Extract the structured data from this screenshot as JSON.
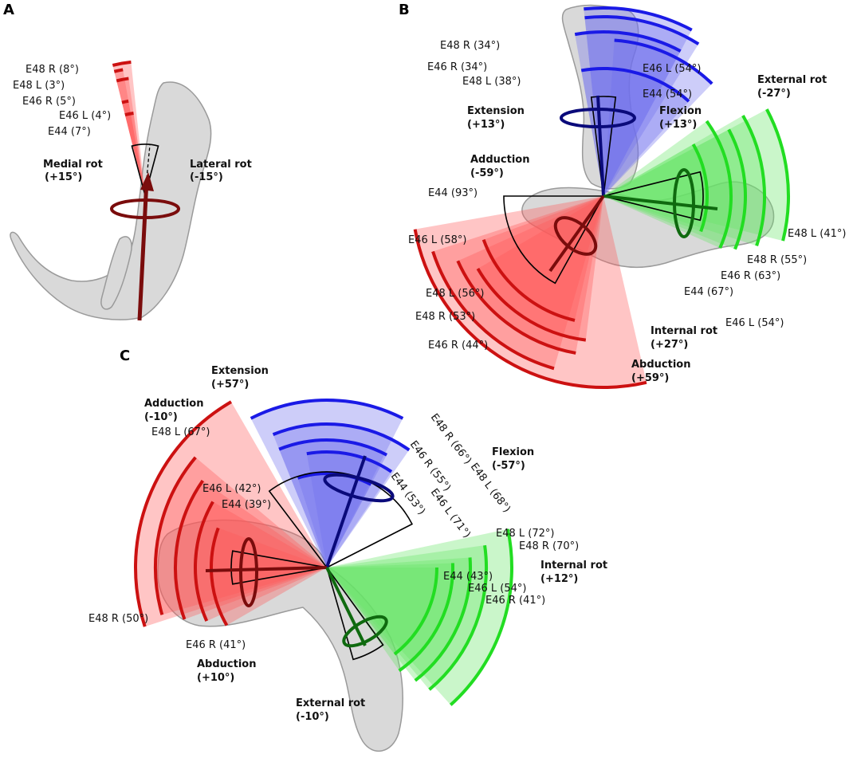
{
  "colors": {
    "red": "#cc1111",
    "red_fill": "#ff5a5a",
    "blue": "#1a1ae6",
    "blue_fill": "#6f6fee",
    "green": "#22dd22",
    "green_fill": "#66e666",
    "bone": "#d9d9d9",
    "bone_dark": "#9a9a9a",
    "outline": "#000000",
    "dark_red_axis": "#7a0c0c",
    "dark_blue_axis": "#0a0a7a",
    "dark_green_axis": "#0f6a0f"
  },
  "panels": {
    "A": {
      "label": "A",
      "moves": [
        {
          "line1": "Medial rot",
          "line2": "(+15°)"
        },
        {
          "line1": "Lateral rot",
          "line2": "(-15°)"
        }
      ],
      "specimens": [
        "E48 R (8°)",
        "E48 L (3°)",
        "E46 R (5°)",
        "E46 L (4°)",
        "E44 (7°)"
      ]
    },
    "B": {
      "label": "B",
      "moves": [
        {
          "line1": "Extension",
          "line2": "(+13°)"
        },
        {
          "line1": "Flexion",
          "line2": "(+13°)"
        },
        {
          "line1": "External rot",
          "line2": "(-27°)"
        },
        {
          "line1": "Adduction",
          "line2": "(-59°)"
        },
        {
          "line1": "Internal rot",
          "line2": "(+27°)"
        },
        {
          "line1": "Abduction",
          "line2": "(+59°)"
        }
      ],
      "specimens_blue": [
        "E48 R (34°)",
        "E46 R (34°)",
        "E48 L (38°)",
        "E46 L (54°)",
        "E44 (54°)"
      ],
      "specimens_green": [
        "E48 L (41°)",
        "E48 R (55°)",
        "E46 R (63°)",
        "E44 (67°)",
        "E46 L (54°)"
      ],
      "specimens_red": [
        "E44 (93°)",
        "E46 L (58°)",
        "E48 L (56°)",
        "E48 R (53°)",
        "E46 R (44°)"
      ]
    },
    "C": {
      "label": "C",
      "moves": [
        {
          "line1": "Extension",
          "line2": "(+57°)"
        },
        {
          "line1": "Adduction",
          "line2": "(-10°)"
        },
        {
          "line1": "Flexion",
          "line2": "(-57°)"
        },
        {
          "line1": "Internal rot",
          "line2": "(+12°)"
        },
        {
          "line1": "Abduction",
          "line2": "(+10°)"
        },
        {
          "line1": "External rot",
          "line2": "(-10°)"
        }
      ],
      "specimens_red": [
        "E48 L (67°)",
        "E46 L (42°)",
        "E44 (39°)",
        "E48 R (50°)",
        "E46 R (41°)"
      ],
      "specimens_blue": [
        "E48 R (66°)",
        "E46 R (55°)",
        "E44 (53°)",
        "E46 L (71°)",
        "E48 L (68°)"
      ],
      "specimens_green": [
        "E48 L (72°)",
        "E48 R (70°)",
        "E44 (43°)",
        "E46 L (54°)",
        "E46 R (41°)"
      ]
    }
  }
}
